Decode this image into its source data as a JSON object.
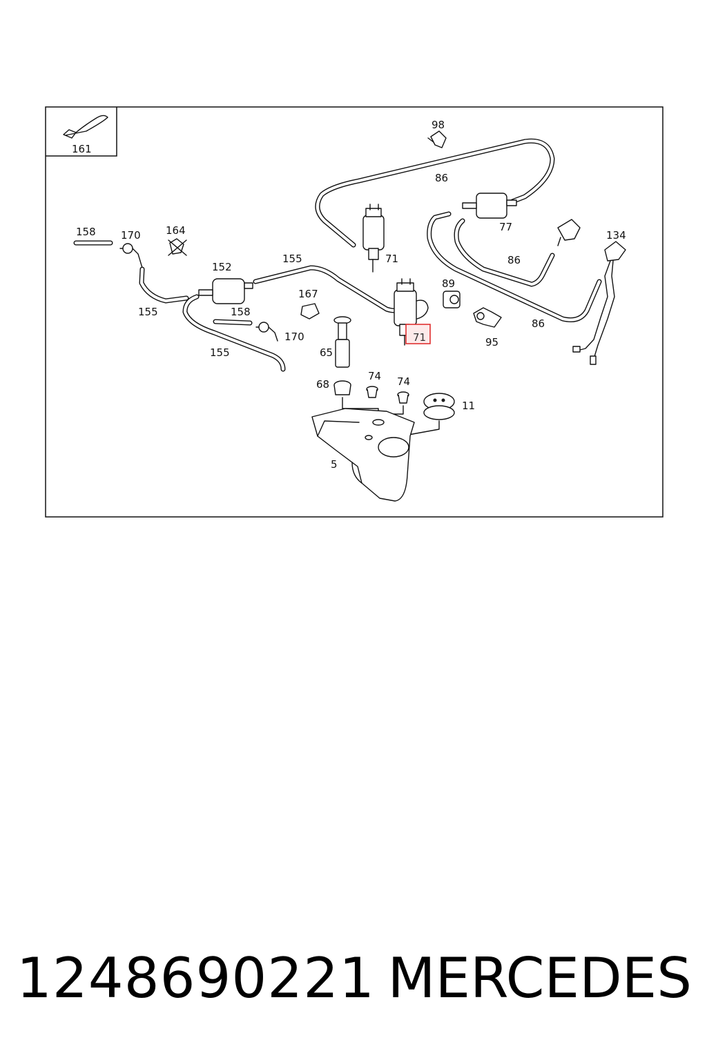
{
  "diagram": {
    "labels": {
      "p161": "161",
      "p98": "98",
      "p86a": "86",
      "p77": "77",
      "p71a": "71",
      "p134": "134",
      "p158a": "158",
      "p170a": "170",
      "p164": "164",
      "p152": "152",
      "p155a": "155",
      "p86b": "86",
      "p167": "167",
      "p89": "89",
      "p155b": "155",
      "p158b": "158",
      "p71b": "71",
      "p95": "95",
      "p86c": "86",
      "p170b": "170",
      "p155c": "155",
      "p65": "65",
      "p74a": "74",
      "p74b": "74",
      "p68": "68",
      "p11": "11",
      "p5": "5"
    },
    "highlight_color": "#e03030"
  },
  "footer": {
    "part_number": "1248690221",
    "brand": "MERCEDES"
  }
}
